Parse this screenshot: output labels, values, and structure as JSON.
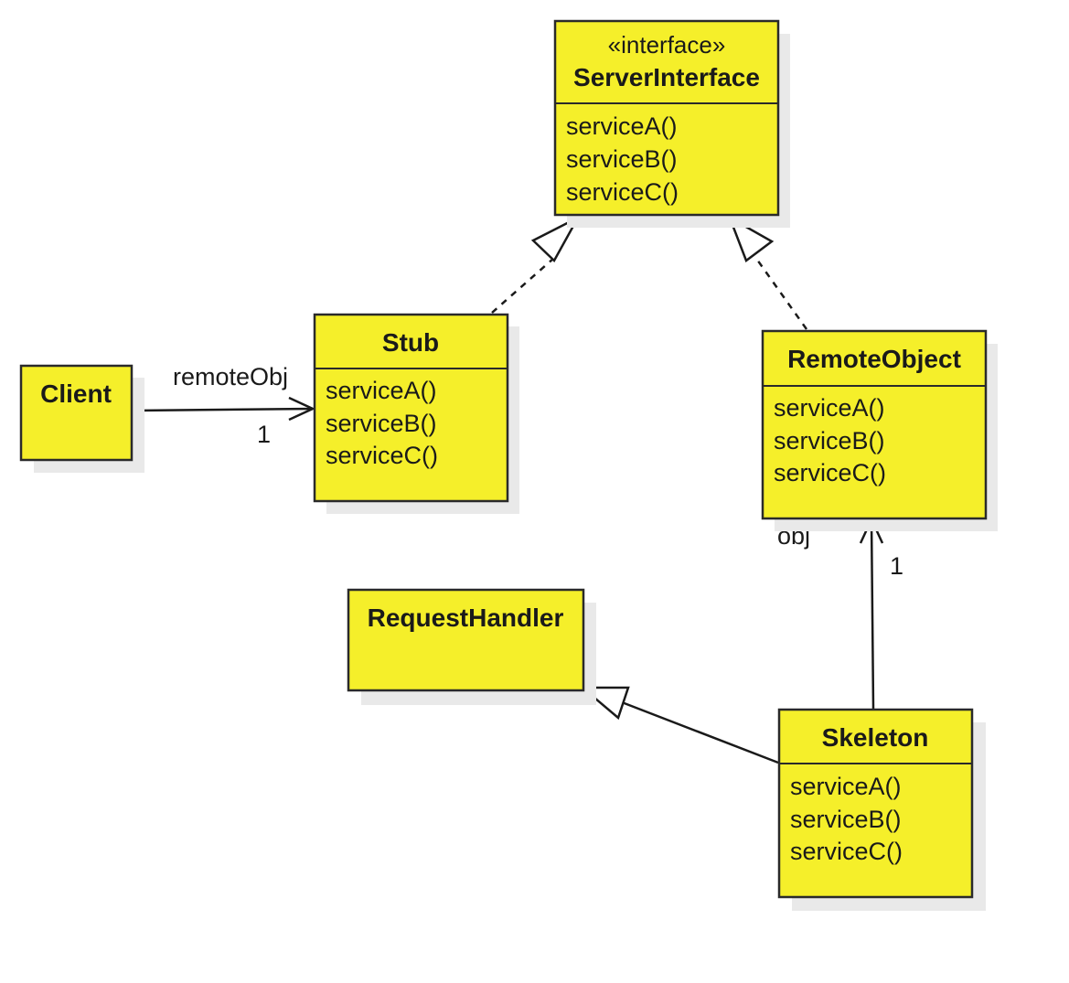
{
  "classes": {
    "server_interface": {
      "stereotype": "«interface»",
      "name": "ServerInterface",
      "methods": [
        "serviceA()",
        "serviceB()",
        "serviceC()"
      ]
    },
    "stub": {
      "name": "Stub",
      "methods": [
        "serviceA()",
        "serviceB()",
        "serviceC()"
      ]
    },
    "client": {
      "name": "Client"
    },
    "remote_object": {
      "name": "RemoteObject",
      "methods": [
        "serviceA()",
        "serviceB()",
        "serviceC()"
      ]
    },
    "request_handler": {
      "name": "RequestHandler"
    },
    "skeleton": {
      "name": "Skeleton",
      "methods": [
        "serviceA()",
        "serviceB()",
        "serviceC()"
      ]
    }
  },
  "associations": {
    "client_stub": {
      "role": "remoteObj",
      "multiplicity": "1"
    },
    "skeleton_remote": {
      "role": "obj",
      "multiplicity": "1"
    }
  },
  "colors": {
    "class_fill": "#f5ef2a",
    "stroke": "#2a2a2a"
  }
}
